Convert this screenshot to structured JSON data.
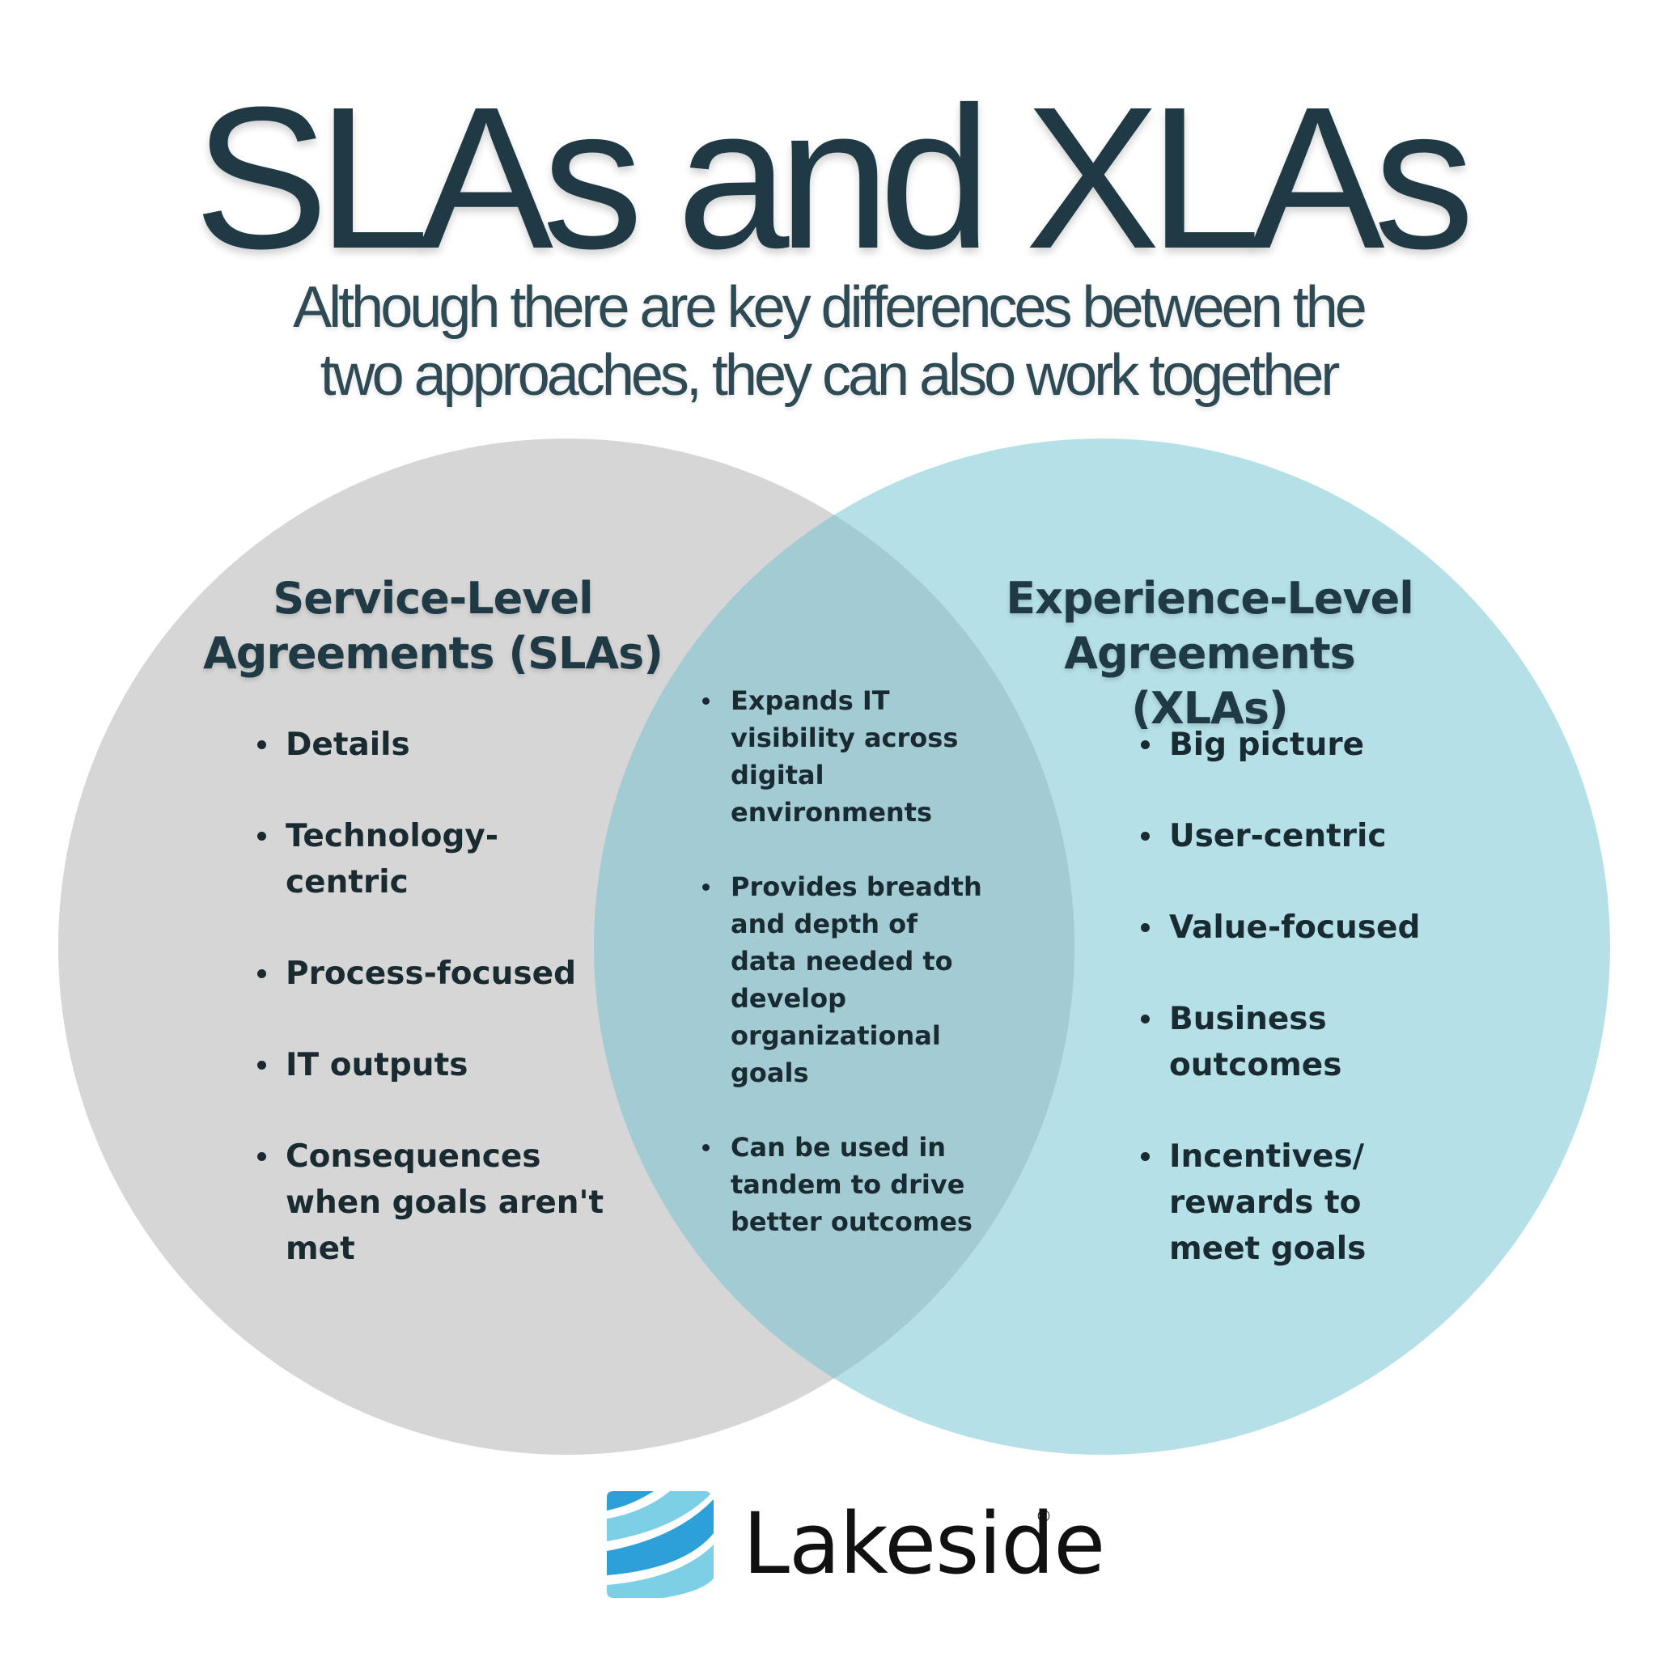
{
  "title": "SLAs and XLAs",
  "subtitle": {
    "line1": "Although there are key differences between the",
    "line2": "two approaches, they can also work together"
  },
  "colors": {
    "left_circle": "#d6d6d6",
    "right_circle": "#b5e0e8",
    "overlap": "#a2cbd4",
    "title_text": "#1f3a45",
    "logo_light": "#7dcfe6",
    "logo_dark": "#2d9fd9"
  },
  "venn": {
    "left": {
      "title_line1": "Service-Level",
      "title_line2": "Agreements (SLAs)",
      "items": [
        "Details",
        "Technology-\ncentric",
        "Process-focused",
        "IT outputs",
        "Consequences\nwhen goals aren't\nmet"
      ]
    },
    "overlap": {
      "items": [
        "Expands IT\nvisibility across\ndigital\nenvironments",
        "Provides breadth\nand depth of\ndata needed to\ndevelop\norganizational\ngoals",
        "Can be used in\ntandem to drive\nbetter outcomes"
      ]
    },
    "right": {
      "title_line1": "Experience-Level",
      "title_line2": "Agreements (XLAs)",
      "items": [
        "Big picture",
        "User-centric",
        "Value-focused",
        "Business\noutcomes",
        "Incentives/\nrewards to\nmeet goals"
      ]
    }
  },
  "brand": {
    "name": "Lakeside",
    "registered": "®",
    "logo_icon": "lakeside-waves-icon"
  }
}
